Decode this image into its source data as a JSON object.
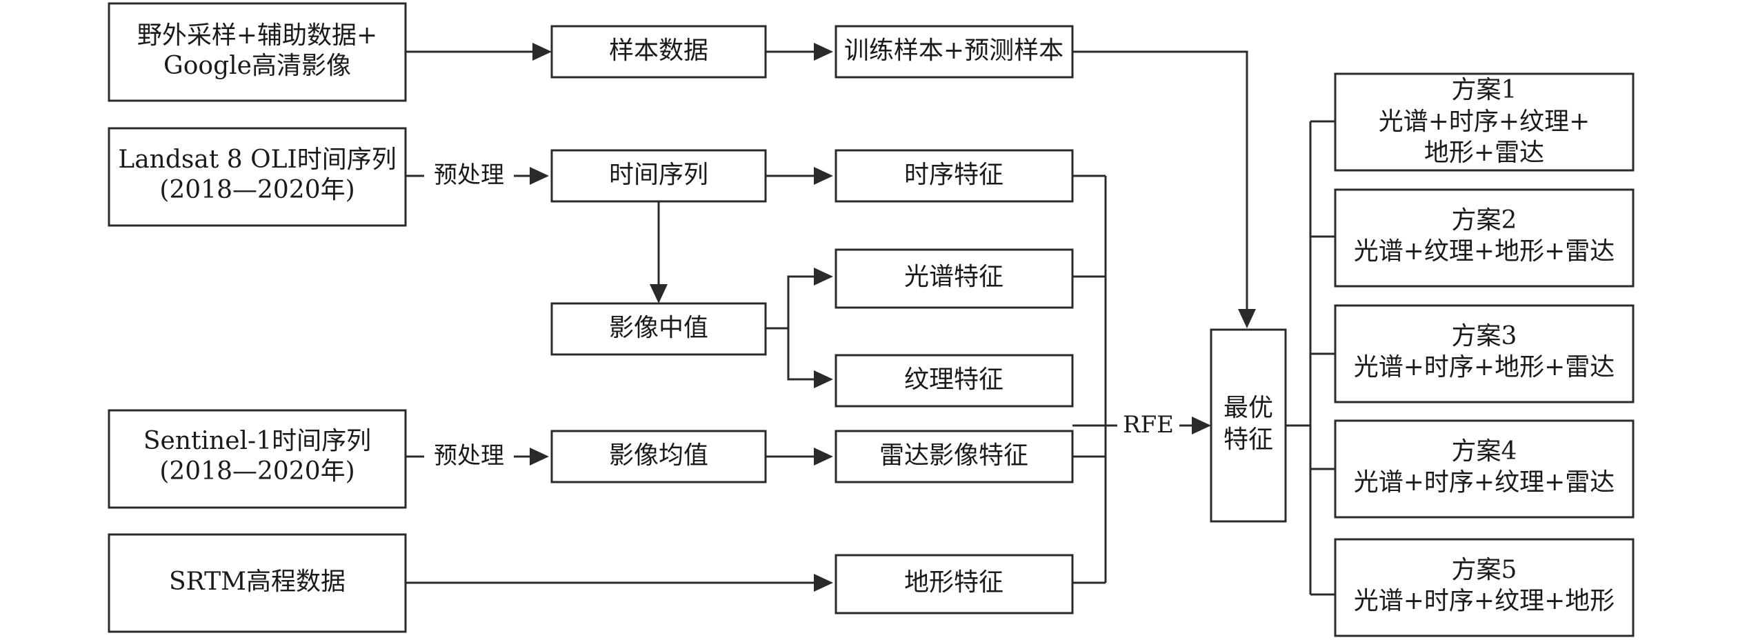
{
  "nodes": {
    "field_data": [
      "野外采样+辅助数据+",
      "Google高清影像"
    ],
    "landsat": [
      "Landsat 8 OLI时间序列",
      "(2018—2020年)"
    ],
    "sentinel": [
      "Sentinel-1时间序列",
      "(2018—2020年)"
    ],
    "srtm": "SRTM高程数据",
    "sample_data": "样本数据",
    "time_series": "时间序列",
    "image_median": "影像中值",
    "image_mean": "影像均值",
    "train_test": "训练样本+预测样本",
    "temporal_feature": "时序特征",
    "spectral_feature": "光谱特征",
    "texture_feature": "纹理特征",
    "radar_feature": "雷达影像特征",
    "terrain_feature": "地形特征",
    "optimal_feature": [
      "最优",
      "特征"
    ],
    "schemes": [
      {
        "title": "方案1",
        "lines": [
          "光谱+时序+纹理+",
          "地形+雷达"
        ]
      },
      {
        "title": "方案2",
        "lines": [
          "光谱+纹理+地形+雷达"
        ]
      },
      {
        "title": "方案3",
        "lines": [
          "光谱+时序+地形+雷达"
        ]
      },
      {
        "title": "方案4",
        "lines": [
          "光谱+时序+纹理+雷达"
        ]
      },
      {
        "title": "方案5",
        "lines": [
          "光谱+时序+纹理+地形"
        ]
      }
    ]
  },
  "edge_labels": {
    "preprocess_landsat": "预处理",
    "preprocess_sentinel": "预处理",
    "rfe": "RFE"
  }
}
